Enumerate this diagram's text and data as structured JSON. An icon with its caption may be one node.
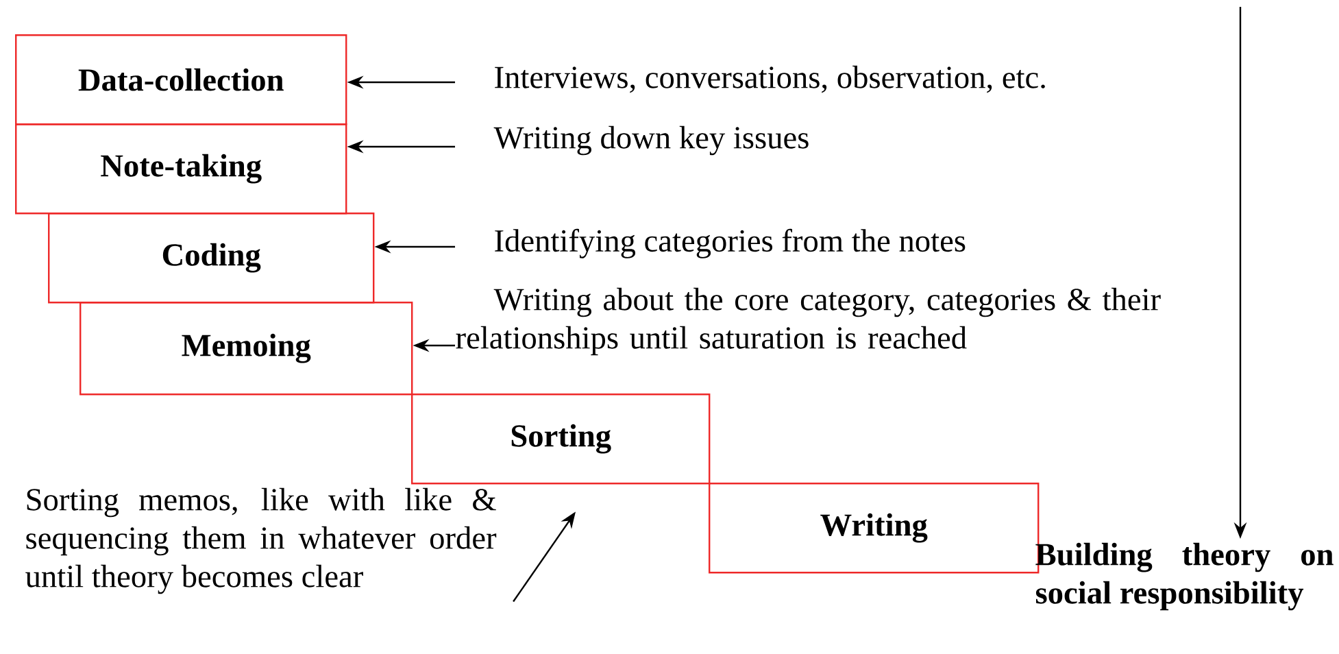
{
  "diagram": {
    "nodes": [
      {
        "text": [
          "Data-collection"
        ]
      },
      {
        "text": [
          "Note-taking"
        ]
      },
      {
        "text": [
          "Coding"
        ]
      },
      {
        "text": [
          "Memoing"
        ]
      },
      {
        "text": [
          "Sorting"
        ]
      },
      {
        "text": [
          "Writing"
        ]
      },
      {
        "text": [
          "Interviews, conversations, observation, etc."
        ]
      },
      {
        "text": [
          "Writing down key issues"
        ]
      },
      {
        "text": [
          "Identifying categories from the notes"
        ]
      },
      {
        "text": [
          "Writing about the core category, categories & their relationships until saturation is reached"
        ]
      },
      {
        "text": [
          "Sorting memos, like with like & sequencing them in whatever order until theory becomes clear"
        ]
      },
      {
        "text": [
          "Building theory on social responsibility"
        ]
      }
    ],
    "edges": [
      {
        "from": 6,
        "to": 0,
        "arrow": "to"
      },
      {
        "from": 7,
        "to": 1,
        "arrow": "to"
      },
      {
        "from": 8,
        "to": 2,
        "arrow": "to"
      },
      {
        "from": 9,
        "to": 3,
        "arrow": "to"
      },
      {
        "from": 10,
        "to": 4,
        "arrow": "to"
      },
      {
        "from": null,
        "to": 11,
        "arrow": "to"
      }
    ]
  }
}
